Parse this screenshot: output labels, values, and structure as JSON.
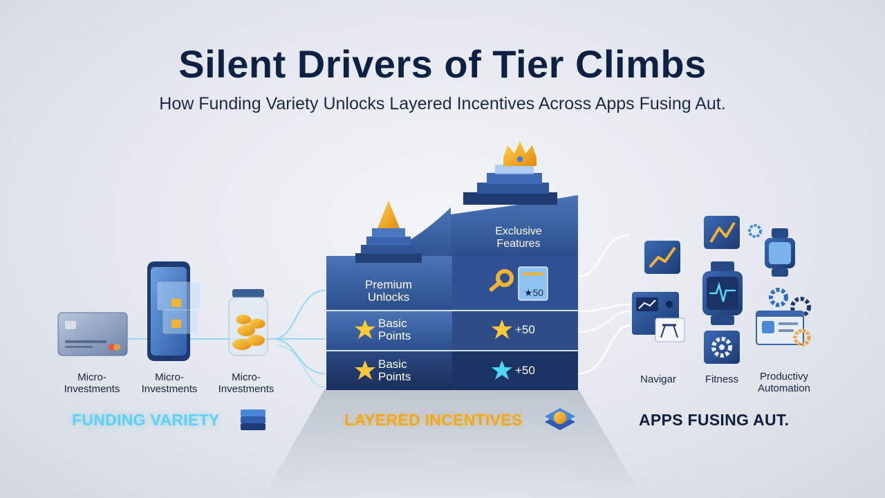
{
  "header": {
    "title": "Silent Drivers of Tier Climbs",
    "subtitle": "How Funding Variety Unlocks Layered Incentives Across Apps Fusing Aut."
  },
  "funding": {
    "items": [
      {
        "line1": "Micro-",
        "line2": "Investments",
        "icon": "credit-card-icon"
      },
      {
        "line1": "Micro-",
        "line2": "Investments",
        "icon": "smartphone-icon"
      },
      {
        "line1": "Micro-",
        "line2": "Investments",
        "icon": "coin-jar-icon"
      }
    ],
    "section_label": "FUNDING VARIETY"
  },
  "tiers": {
    "exclusive": {
      "line1": "Exclusive",
      "line2": "Features"
    },
    "premium": {
      "line1": "Premium",
      "line2": "Unlocks",
      "badge": "★50"
    },
    "basic_1": {
      "line1": "Basic",
      "line2": "Points",
      "bonus": "+50"
    },
    "basic_2": {
      "line1": "Basic",
      "line2": "Points",
      "bonus": "+50"
    },
    "section_label": "LAYERED INCENTIVES"
  },
  "apps": {
    "labels": [
      {
        "line1": "Navigar",
        "line2": ""
      },
      {
        "line1": "Fitness",
        "line2": ""
      },
      {
        "line1": "Productivy",
        "line2": "Automation"
      }
    ],
    "section_label": "APPS FUSING AUT."
  },
  "colors": {
    "navy": "#0e2142",
    "tier_blue": "#3d63a3",
    "tier_dark": "#1f3868",
    "gold": "#f0a91c",
    "cyan": "#5fd0f2"
  }
}
